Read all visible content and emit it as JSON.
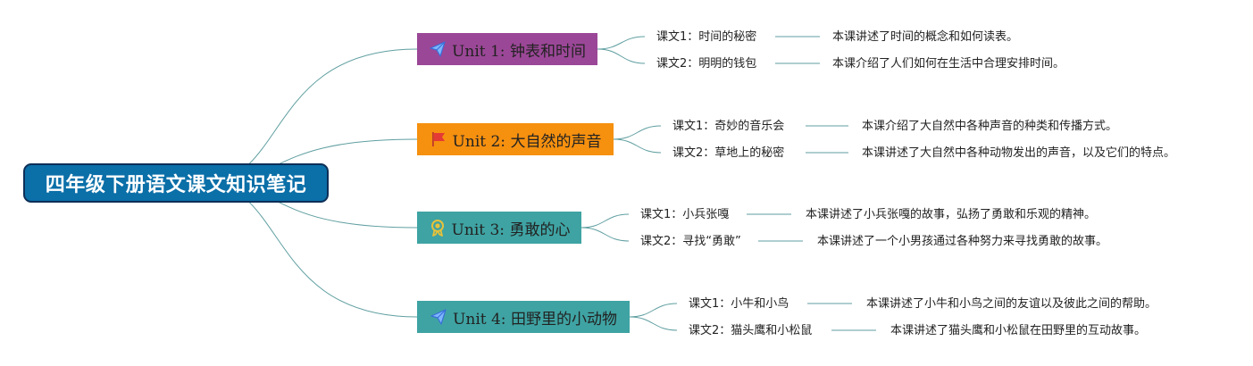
{
  "root": {
    "title": "四年级下册语文课文知识笔记",
    "color": "#0b6fa8"
  },
  "units": [
    {
      "title": "Unit 1: 钟表和时间",
      "color": "#9b4797",
      "icon": "paper-plane-icon",
      "lessons": [
        {
          "name": "课文1：时间的秘密",
          "desc": "本课讲述了时间的概念和如何读表。"
        },
        {
          "name": "课文2：明明的钱包",
          "desc": "本课介绍了人们如何在生活中合理安排时间。"
        }
      ]
    },
    {
      "title": "Unit 2: 大自然的声音",
      "color": "#f6900f",
      "icon": "red-flag-icon",
      "lessons": [
        {
          "name": "课文1：奇妙的音乐会",
          "desc": "本课介绍了大自然中各种声音的种类和传播方式。"
        },
        {
          "name": "课文2：草地上的秘密",
          "desc": "本课讲述了大自然中各种动物发出的声音，以及它们的特点。"
        }
      ]
    },
    {
      "title": "Unit 3: 勇敢的心",
      "color": "#3fa3a3",
      "icon": "medal-icon",
      "lessons": [
        {
          "name": "课文1：小兵张嘎",
          "desc": "本课讲述了小兵张嘎的故事，弘扬了勇敢和乐观的精神。"
        },
        {
          "name": "课文2：寻找“勇敢”",
          "desc": "本课讲述了一个小男孩通过各种努力来寻找勇敢的故事。"
        }
      ]
    },
    {
      "title": "Unit 4: 田野里的小动物",
      "color": "#3fa3a3",
      "icon": "paper-plane-icon",
      "lessons": [
        {
          "name": "课文1：小牛和小鸟",
          "desc": "本课讲述了小牛和小鸟之间的友谊以及彼此之间的帮助。"
        },
        {
          "name": "课文2：猫头鹰和小松鼠",
          "desc": "本课讲述了猫头鹰和小松鼠在田野里的互动故事。"
        }
      ]
    }
  ],
  "colors": {
    "link": "#5f9ea0",
    "root_border": "#0d2f57"
  }
}
